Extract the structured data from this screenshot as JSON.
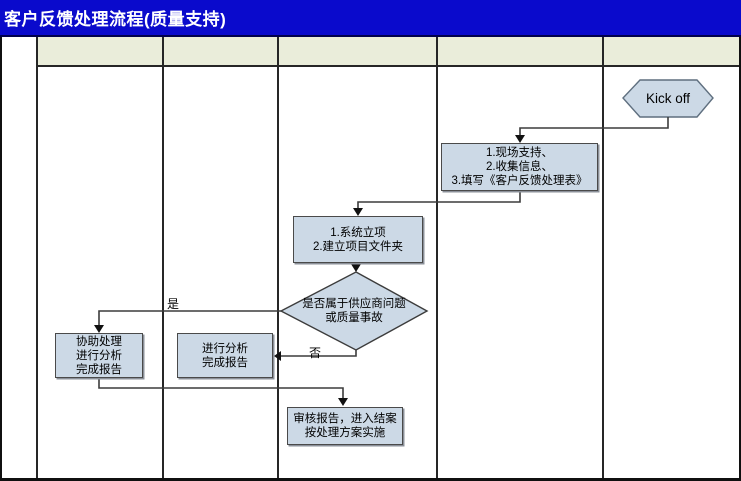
{
  "title": "客户反馈处理流程(质量支持)",
  "colors": {
    "title_bg": "#0a0acc",
    "title_fg": "#ffffff",
    "lane_header_bg": "#eaedda",
    "node_fill": "#ccd9e6",
    "node_border": "#4a4a4a",
    "connector": "#3c3c3c",
    "grid_line": "#262626"
  },
  "nodes": {
    "kickoff": {
      "label": "Kick off"
    },
    "field_support": {
      "lines": [
        "1.现场支持、",
        "2.收集信息、",
        "3.填写《客户反馈处理表》"
      ]
    },
    "project_setup": {
      "lines": [
        "1.系统立项",
        "2.建立项目文件夹"
      ]
    },
    "decision": {
      "lines": [
        "是否属于供应商问题",
        "或质量事故"
      ]
    },
    "assist": {
      "lines": [
        "协助处理",
        "进行分析",
        "完成报告"
      ]
    },
    "analysis": {
      "lines": [
        "进行分析",
        "完成报告"
      ]
    },
    "review": {
      "lines": [
        "审核报告，进入结案",
        "按处理方案实施"
      ]
    }
  },
  "edge_labels": {
    "yes": "是",
    "no": "否"
  }
}
